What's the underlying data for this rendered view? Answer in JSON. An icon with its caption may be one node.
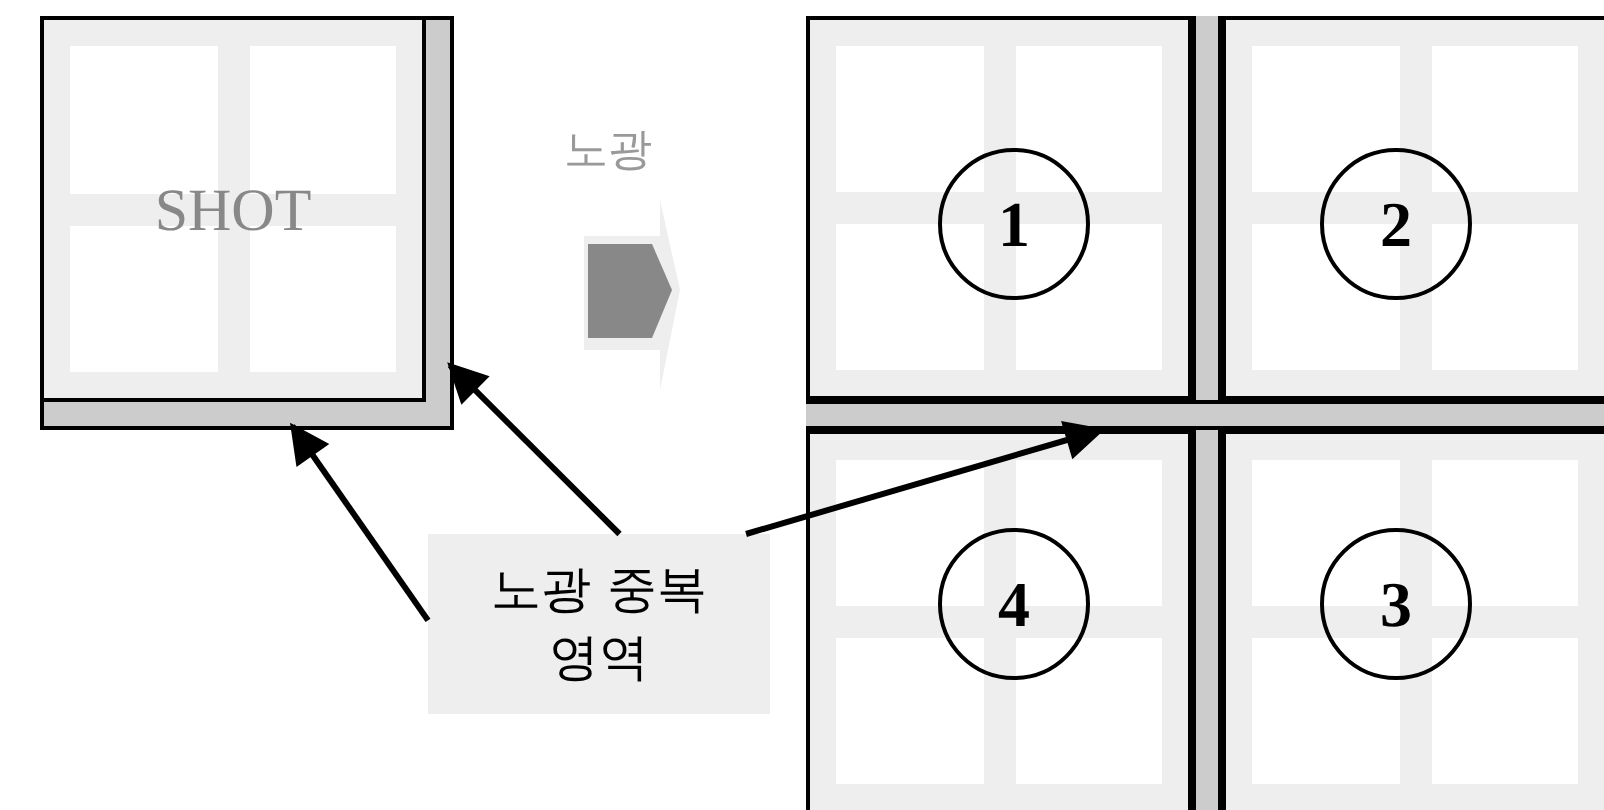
{
  "diagram": {
    "nodes": [
      {
        "text": [
          "SHOT"
        ]
      },
      {
        "text": [],
        "shape": "bar",
        "in": 0
      },
      {
        "text": [],
        "shape": "bar",
        "in": 0
      },
      {
        "text": [],
        "shape": "box"
      },
      {
        "text": [],
        "shape": "box",
        "in": 3
      },
      {
        "text": [
          "1"
        ],
        "in": 4
      },
      {
        "text": [],
        "shape": "box",
        "in": 3
      },
      {
        "text": [
          "2"
        ],
        "in": 6
      },
      {
        "text": [],
        "shape": "box",
        "in": 3
      },
      {
        "text": [
          "4"
        ],
        "in": 8
      },
      {
        "text": [],
        "shape": "box",
        "in": 3
      },
      {
        "text": [
          "3"
        ],
        "in": 10
      },
      {
        "text": [],
        "shape": "bar",
        "in": 3
      },
      {
        "text": [],
        "shape": "bar",
        "in": 3
      },
      {
        "text": [],
        "shape": "bar",
        "in": 3
      },
      {
        "text": [
          "노광 중복 영역"
        ]
      }
    ],
    "edges": [
      {
        "from": 0,
        "to": 3,
        "arrow": "to",
        "label": "노광",
        "style": "thick",
        "color": "#888888"
      },
      {
        "from": 15,
        "to": 2,
        "arrow": "to"
      },
      {
        "from": 15,
        "to": 1,
        "arrow": "to"
      },
      {
        "from": 15,
        "to": 12,
        "arrow": "to"
      }
    ]
  }
}
